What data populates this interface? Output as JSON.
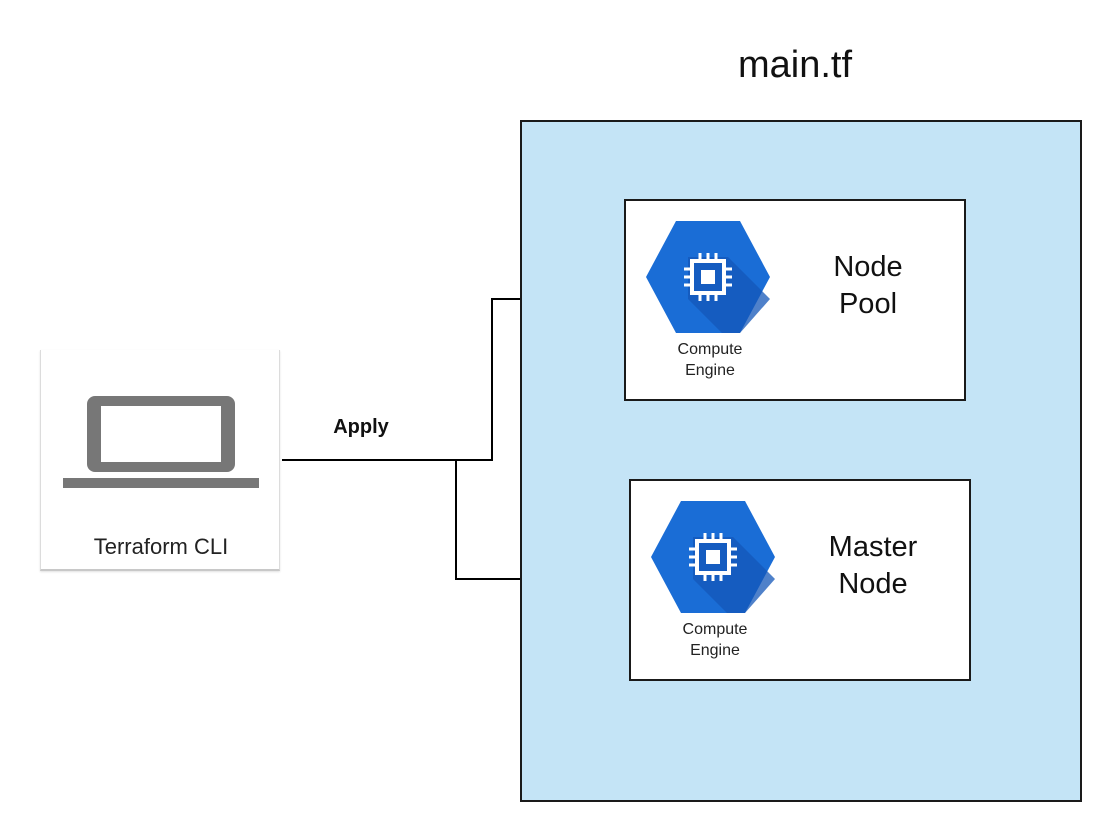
{
  "diagram": {
    "title": "main.tf",
    "edge_label": "Apply",
    "source": {
      "label": "Terraform CLI",
      "icon": "laptop-icon"
    },
    "nodes": [
      {
        "name_line1": "Node",
        "name_line2": "Pool",
        "service_line1": "Compute",
        "service_line2": "Engine",
        "icon": "compute-engine-icon"
      },
      {
        "name_line1": "Master",
        "name_line2": "Node",
        "service_line1": "Compute",
        "service_line2": "Engine",
        "icon": "compute-engine-icon"
      }
    ],
    "colors": {
      "container_fill": "#c4e4f6",
      "hex_primary": "#1a6dd6",
      "hex_shadow": "#1457b8",
      "laptop": "#777777"
    }
  }
}
